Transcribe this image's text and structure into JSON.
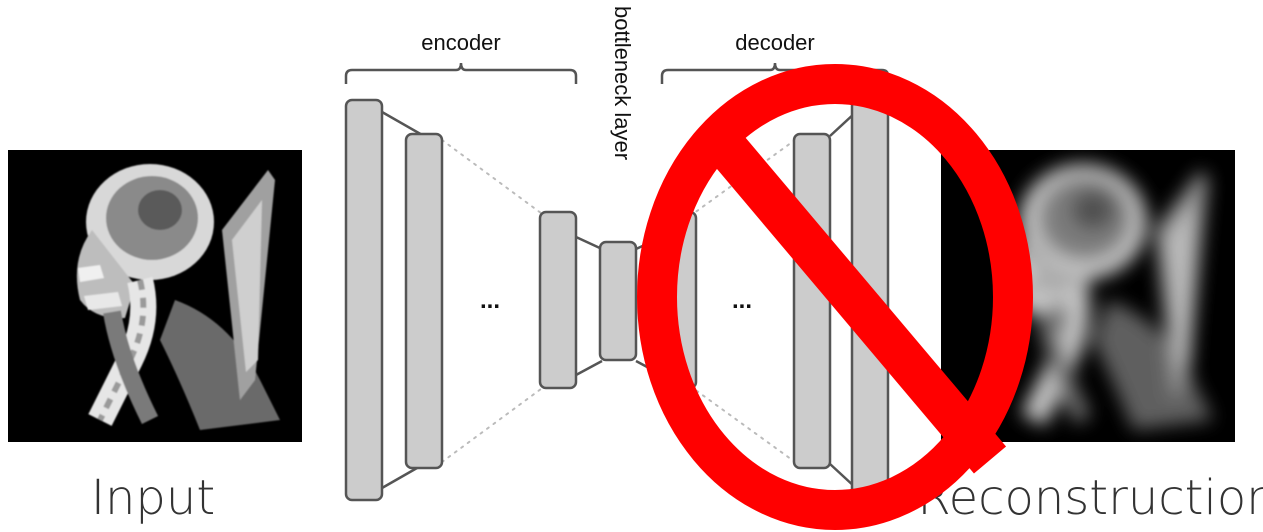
{
  "diagram": {
    "encoder_label": "encoder",
    "decoder_label": "decoder",
    "bottleneck_label": "bottleneck layer",
    "ellipsis": "...",
    "input_label": "Input",
    "output_label": "Reconstruction",
    "input_image": "x-ray-head-neck-sharp",
    "output_image": "x-ray-head-neck-blurred",
    "overlay_symbol": "prohibition-sign",
    "colors": {
      "layer_fill": "#cccccc",
      "layer_stroke": "#555555",
      "prohibition_red": "#ff0000",
      "image_background": "#000000"
    }
  }
}
